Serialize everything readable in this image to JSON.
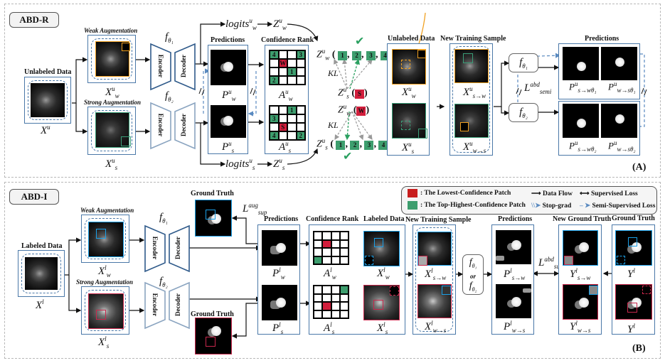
{
  "figure": {
    "top_panel": {
      "tag": "ABD-R",
      "corner_label": "(A)",
      "unlabeled_data_title": "Unlabeled Data",
      "input_var": "X",
      "input_sup": "u",
      "weak_aug_title": "Weak Augmentation",
      "strong_aug_title": "Strong Augmentation",
      "xw": {
        "base": "X",
        "sup": "u",
        "sub": "w"
      },
      "xs": {
        "base": "X",
        "sup": "u",
        "sub": "s"
      },
      "f1": {
        "base": "f",
        "sub": "θ₁"
      },
      "f2": {
        "base": "f",
        "sub": "θ₂"
      },
      "encoder_label": "Encoder",
      "decoder_label": "Decoder",
      "logits_w": {
        "base": "logits",
        "sup": "u",
        "sub": "w"
      },
      "logits_s": {
        "base": "logits",
        "sup": "u",
        "sub": "s"
      },
      "zw": {
        "base": "Z",
        "sup": "u",
        "sub": "w"
      },
      "zs": {
        "base": "Z",
        "sup": "u",
        "sub": "s"
      },
      "predictions_title": "Predictions",
      "pw": {
        "base": "P",
        "sup": "u",
        "sub": "w"
      },
      "ps": {
        "base": "P",
        "sup": "u",
        "sub": "s"
      },
      "confidence_rank_title": "Confidence Rank",
      "aw": {
        "base": "A",
        "sup": "u",
        "sub": "w"
      },
      "as": {
        "base": "A",
        "sup": "u",
        "sub": "s"
      },
      "grid_w": [
        [
          "4",
          "",
          "",
          "3"
        ],
        [
          "",
          "W",
          "",
          ""
        ],
        [
          "",
          "",
          "1",
          ""
        ],
        [
          "2",
          "",
          "",
          ""
        ]
      ],
      "grid_w_colors": [
        [
          "g",
          "",
          "",
          "g"
        ],
        [
          "",
          "r",
          "",
          ""
        ],
        [
          "",
          "",
          "g",
          ""
        ],
        [
          "g",
          "",
          "",
          ""
        ]
      ],
      "grid_s": [
        [
          "",
          "",
          "1",
          ""
        ],
        [
          "3",
          "",
          "",
          ""
        ],
        [
          "",
          "S",
          "",
          ""
        ],
        [
          "4",
          "",
          "",
          "2"
        ]
      ],
      "grid_s_colors": [
        [
          "",
          "",
          "g",
          ""
        ],
        [
          "g",
          "",
          "",
          ""
        ],
        [
          "",
          "r",
          "",
          ""
        ],
        [
          "g",
          "",
          "",
          "g"
        ]
      ],
      "rank_chips": [
        "1",
        "2",
        "3",
        "4"
      ],
      "kl_label": "KL",
      "s_chip": "S",
      "w_chip": "W",
      "check_mark": "✔",
      "unlabeled_data_title2": "Unlabeled Data",
      "new_training_sample_title": "New Training Sample",
      "xsw": {
        "base": "X",
        "sup": "u",
        "sub": "s→w"
      },
      "xws": {
        "base": "X",
        "sup": "u",
        "sub": "w→s"
      },
      "loss_semi": {
        "base": "L",
        "sup": "abd",
        "sub": "semi"
      },
      "predictions_title2": "Predictions",
      "p_sw1": {
        "base": "P",
        "sup": "u",
        "sub": "s→wθ₁"
      },
      "p_ws1": {
        "base": "P",
        "sup": "u",
        "sub": "w→sθ₁"
      },
      "p_sw2": {
        "base": "P",
        "sup": "u",
        "sub": "s→wθ₂"
      },
      "p_ws2": {
        "base": "P",
        "sup": "u",
        "sub": "w→sθ₂"
      }
    },
    "bottom_panel": {
      "tag": "ABD-I",
      "corner_label": "(B)",
      "labeled_data_title": "Labeled Data",
      "input_var": "X",
      "input_sup": "l",
      "weak_aug_title": "Weak Augmentation",
      "strong_aug_title": "Strong Augmentation",
      "xw": {
        "base": "X",
        "sup": "l",
        "sub": "w"
      },
      "xs": {
        "base": "X",
        "sup": "l",
        "sub": "s"
      },
      "f1": {
        "base": "f",
        "sub": "θ₁"
      },
      "f2": {
        "base": "f",
        "sub": "θ₂"
      },
      "encoder_label": "Encoder",
      "decoder_label": "Decoder",
      "ground_truth_title": "Ground Truth",
      "loss_aug": {
        "base": "L",
        "sup": "aug",
        "sub": "sup"
      },
      "predictions_title": "Predictions",
      "pw": {
        "base": "P",
        "sup": "l",
        "sub": "w"
      },
      "ps": {
        "base": "P",
        "sup": "l",
        "sub": "s"
      },
      "confidence_rank_title": "Confidence Rank",
      "aw": {
        "base": "A",
        "sup": "l",
        "sub": "w"
      },
      "as": {
        "base": "A",
        "sup": "l",
        "sub": "s"
      },
      "grid_w_colors": [
        [
          "",
          "",
          "",
          ""
        ],
        [
          "",
          "r",
          "",
          ""
        ],
        [
          "",
          "",
          "",
          ""
        ],
        [
          "g",
          "",
          "",
          ""
        ]
      ],
      "grid_s_colors": [
        [
          "",
          "",
          "",
          "g"
        ],
        [
          "",
          "",
          "",
          ""
        ],
        [
          "",
          "r",
          "",
          ""
        ],
        [
          "",
          "",
          "",
          ""
        ]
      ],
      "labeled_data_title2": "Labeled Data",
      "new_training_sample_title": "New Training Sample",
      "xsw": {
        "base": "X",
        "sup": "l",
        "sub": "s→w"
      },
      "xws": {
        "base": "X",
        "sup": "l",
        "sub": "w→s"
      },
      "f_or": {
        "top": "θ₁",
        "or": "or",
        "bottom": "θ₂"
      },
      "predictions_title2": "Predictions",
      "p_sw": {
        "base": "P",
        "sup": "l",
        "sub": "s→w"
      },
      "p_ws": {
        "base": "P",
        "sup": "l",
        "sub": "w→s"
      },
      "loss_sup": {
        "base": "L",
        "sup": "abd",
        "sub": "sup"
      },
      "new_ground_truth_title": "New Ground Truth",
      "y_sw": {
        "base": "Y",
        "sup": "l",
        "sub": "s→w"
      },
      "y_ws": {
        "base": "Y",
        "sup": "l",
        "sub": "w→s"
      },
      "ground_truth_title2": "Ground Truth",
      "y": {
        "base": "Y",
        "sup": "l"
      }
    },
    "legend": {
      "lowest": ": The Lowest-Confidence Patch",
      "highest": ": The Top-Highest-Confidence Patch",
      "data_flow": "Data Flow",
      "supervised_loss": "Supervised Loss",
      "stop_grad": "Stop-grad",
      "semi_supervised_loss": "Semi-Supervised Loss"
    },
    "colors": {
      "red_patch": "#d21e3c",
      "green_patch": "#3d9e6e",
      "orange": "#f0a020",
      "teal": "#3a9e78",
      "blue": "#4a78a8",
      "light_blue": "#1aa0e8",
      "crimson": "#c8284c"
    }
  }
}
